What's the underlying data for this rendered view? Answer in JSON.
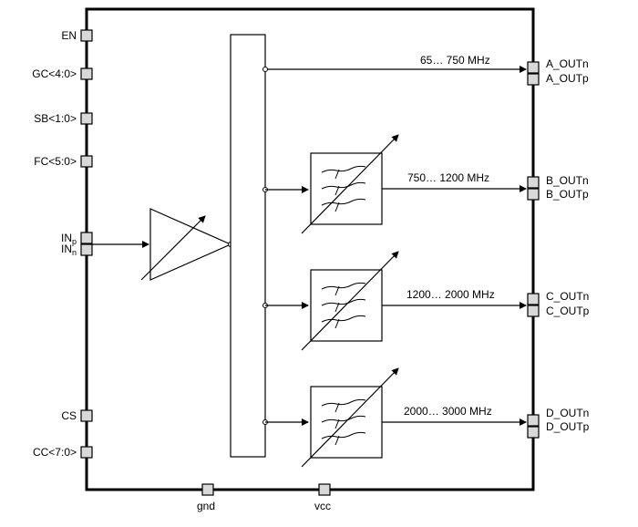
{
  "inputs": {
    "en": "EN",
    "gc": "GC<4:0>",
    "sb": "SB<1:0>",
    "fc": "FC<5:0>",
    "in_p": {
      "base": "IN",
      "sub": "p"
    },
    "in_n": {
      "base": "IN",
      "sub": "n"
    },
    "cs": "CS",
    "cc": "CC<7:0>"
  },
  "bottom_pins": {
    "gnd": "gnd",
    "vcc": "vcc"
  },
  "bands": [
    {
      "range": "65… 750 MHz",
      "out_n": "A_OUTn",
      "out_p": "A_OUTp"
    },
    {
      "range": "750… 1200 MHz",
      "out_n": "B_OUTn",
      "out_p": "B_OUTp"
    },
    {
      "range": "1200… 2000 MHz",
      "out_n": "C_OUTn",
      "out_p": "C_OUTp"
    },
    {
      "range": "2000… 3000 MHz",
      "out_n": "D_OUTn",
      "out_p": "D_OUTp"
    }
  ],
  "colors": {
    "line": "#000000",
    "pin_fill": "#d9d9d9",
    "background": "#ffffff"
  }
}
